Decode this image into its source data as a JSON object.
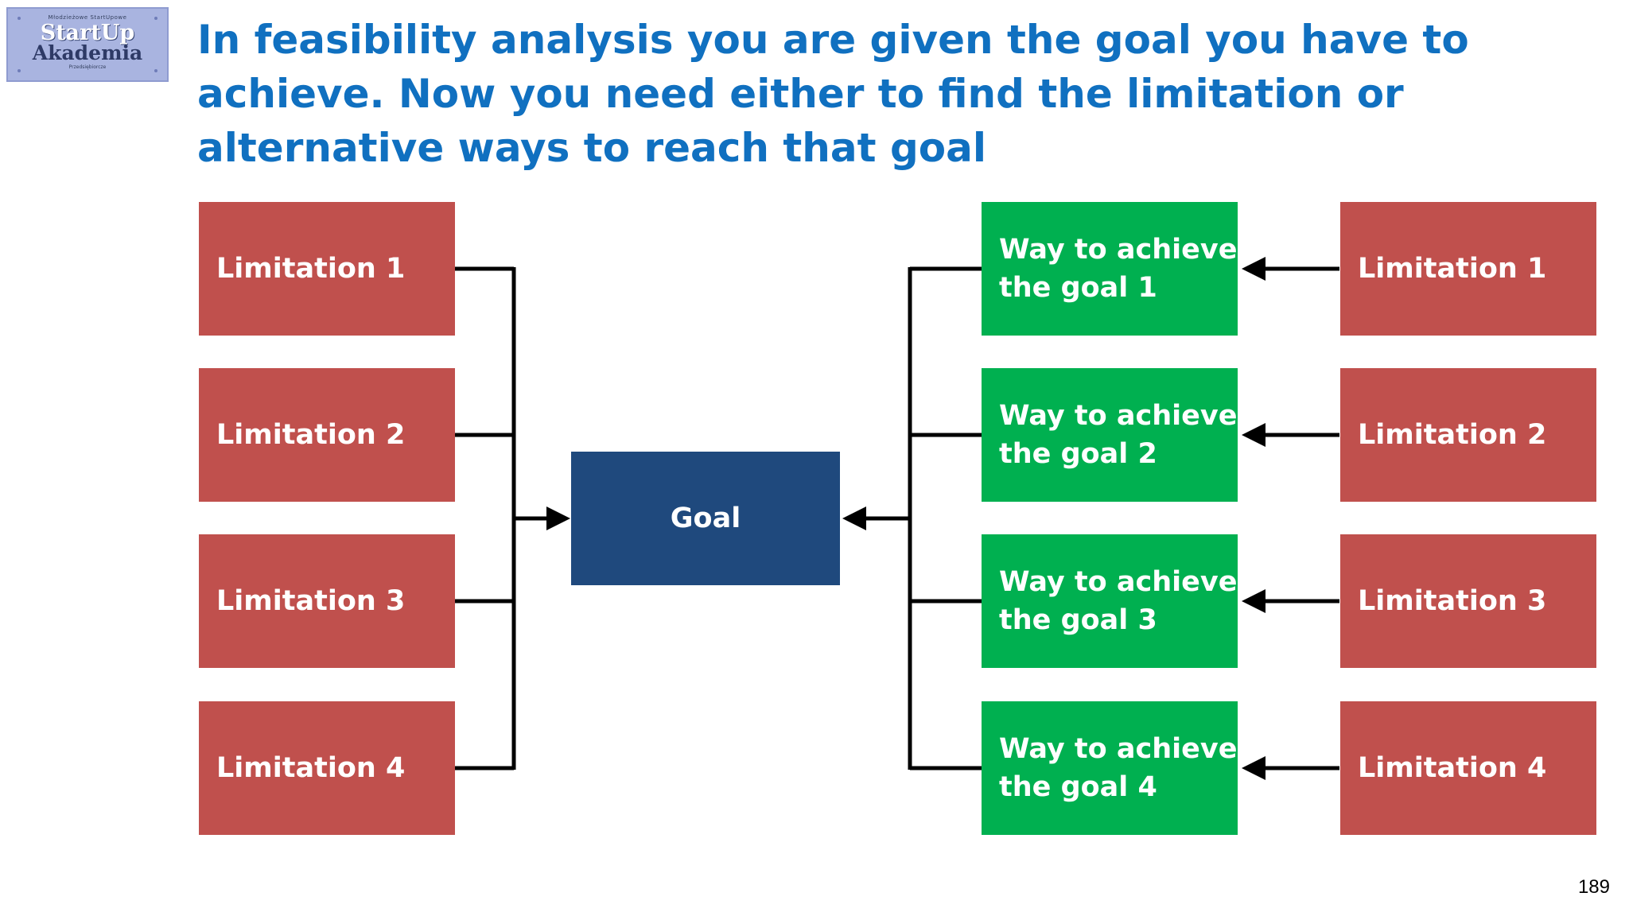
{
  "logo": {
    "line_top": "Młodzieżowe StartUpowe",
    "line1": "StartUp",
    "line2": "Akademia",
    "line_bottom": "Przedsiębiorcze"
  },
  "title": "In feasibility analysis you are given the goal you have to achieve. Now you need either to find the limitation or alternative ways to reach that goal",
  "left_limitations": [
    "Limitation 1",
    "Limitation 2",
    "Limitation 3",
    "Limitation 4"
  ],
  "goal": "Goal",
  "ways": [
    [
      "Way to achieve",
      "the goal 1"
    ],
    [
      "Way to achieve",
      "the goal 2"
    ],
    [
      "Way to achieve",
      "the goal 3"
    ],
    [
      "Way to achieve",
      "the goal 4"
    ]
  ],
  "right_limitations": [
    "Limitation 1",
    "Limitation 2",
    "Limitation 3",
    "Limitation 4"
  ],
  "page_number": "189",
  "colors": {
    "title": "#1070c0",
    "limitation": "#c0504d",
    "way": "#00b050",
    "goal": "#1f497d"
  }
}
